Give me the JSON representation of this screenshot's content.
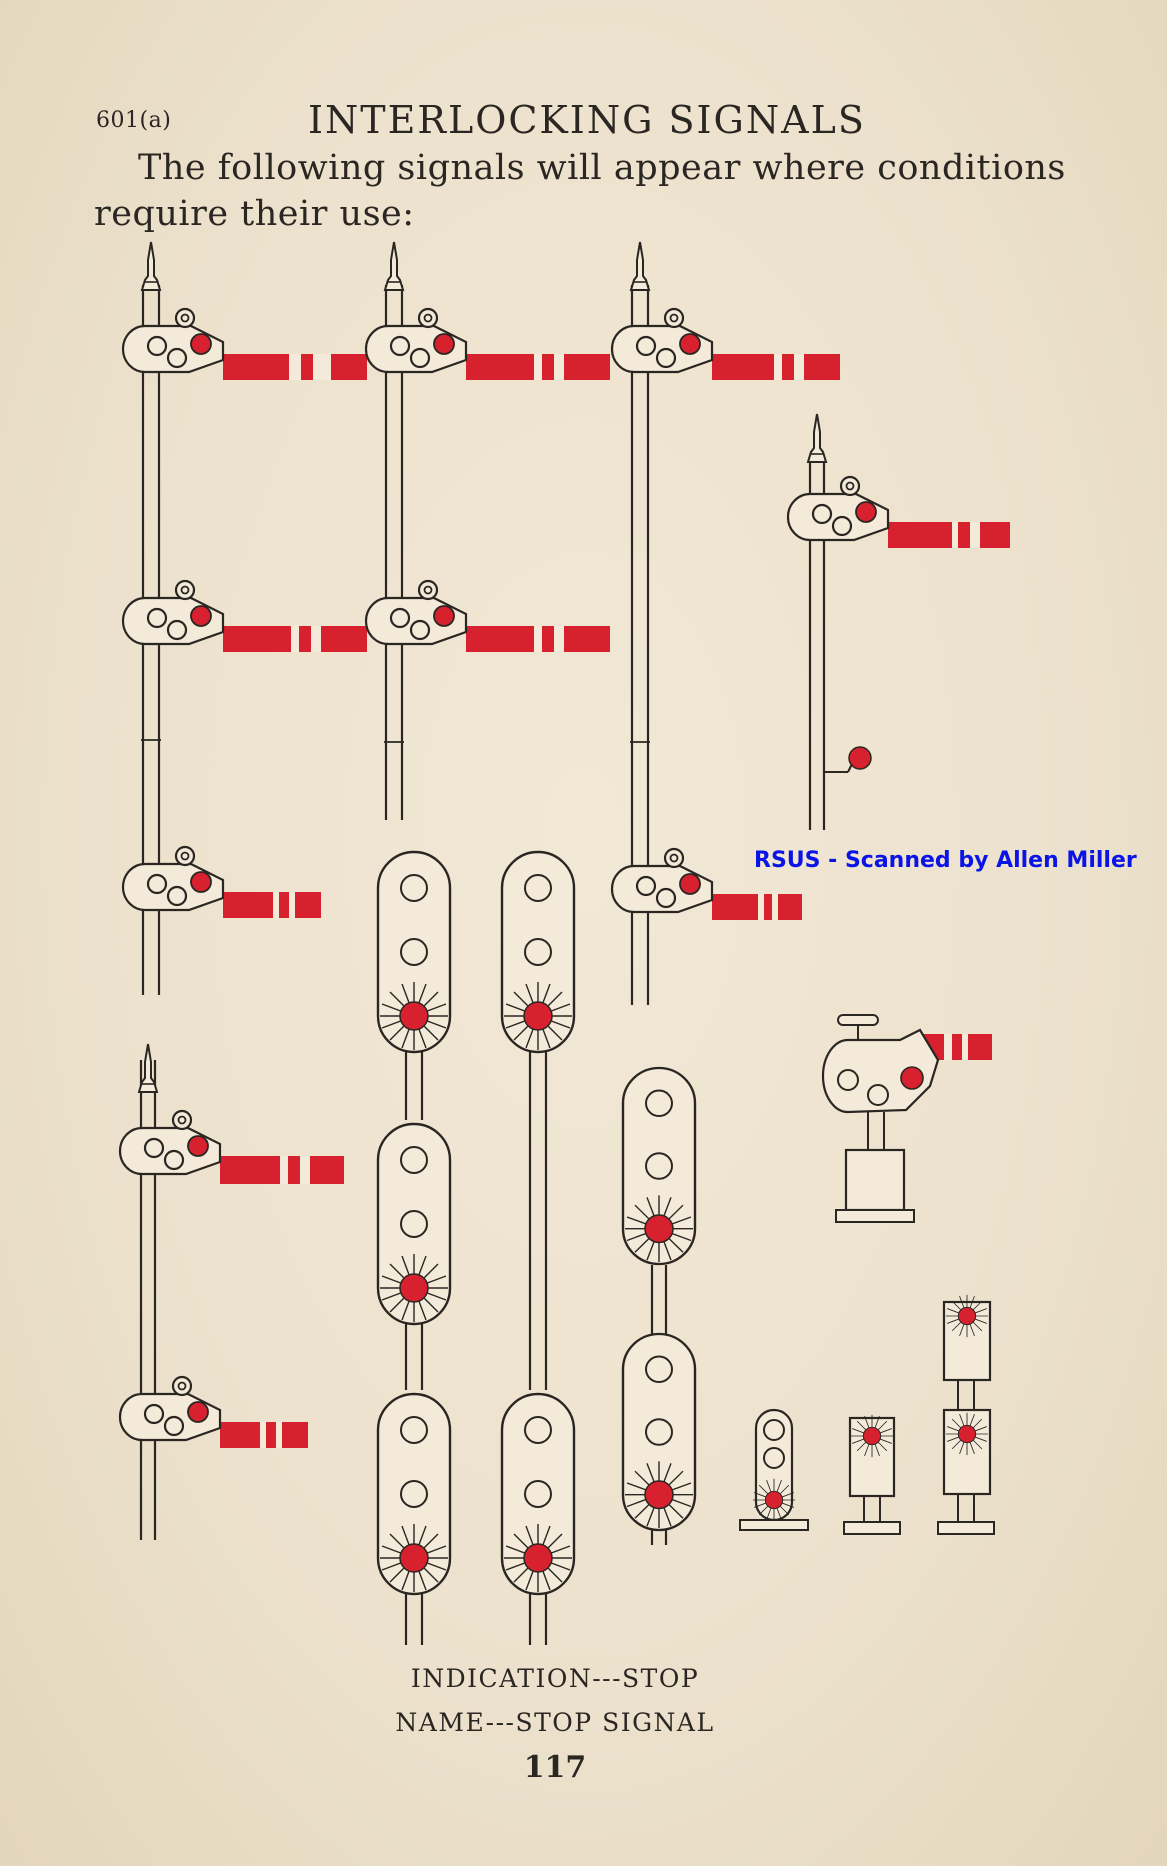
{
  "header": {
    "rule_number": "601(a)",
    "title": "INTERLOCKING SIGNALS"
  },
  "intro": {
    "line1": "The following signals will appear where conditions",
    "line2": "require their use:"
  },
  "footer": {
    "indication": "INDICATION---STOP",
    "name": "NAME---STOP SIGNAL",
    "page_number": "117"
  },
  "watermark": {
    "text": "RSUS - Scanned by Allen Miller"
  },
  "colors": {
    "paper": "#eee3cf",
    "ink": "#2a2622",
    "signal_red": "#d8212f",
    "watermark_blue": "#0a14e6"
  }
}
